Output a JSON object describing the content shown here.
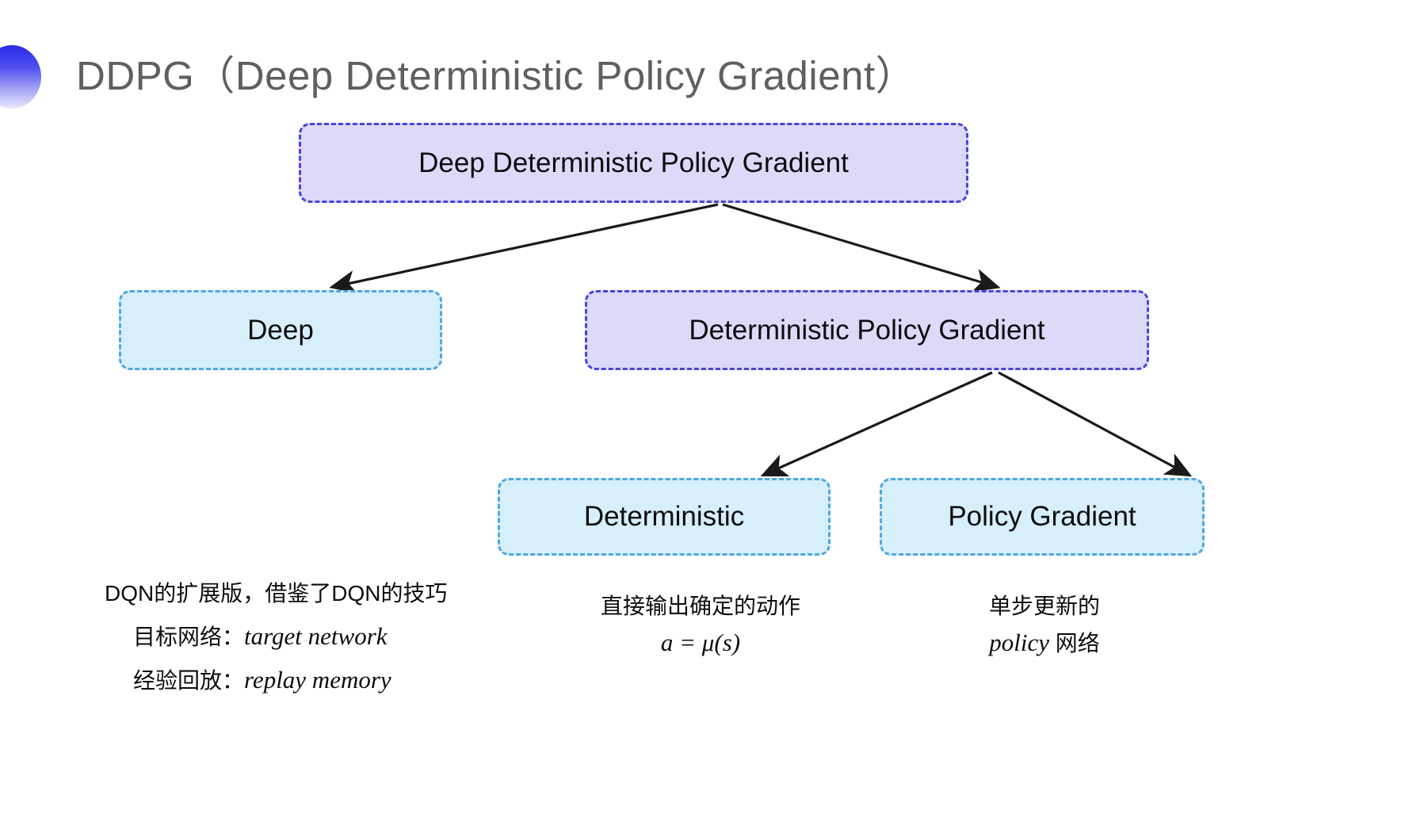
{
  "slide": {
    "background": "#ffffff",
    "title": "DDPG（Deep Deterministic Policy Gradient）",
    "title_color": "#5f5f5f",
    "decor_icon": "half-circle-gradient-bullet-icon"
  },
  "palette": {
    "purple_fill": "#dcdaf8",
    "purple_border": "#4a43d8",
    "blue_fill": "#d7eefb",
    "blue_border": "#4ea8e0",
    "arrow_color": "#1a1a1a",
    "text_color": "#0d0d0d"
  },
  "diagram": {
    "type": "tree",
    "nodes": [
      {
        "id": "root",
        "label": "Deep Deterministic Policy Gradient",
        "style": "purple"
      },
      {
        "id": "deep",
        "label": "Deep",
        "style": "blue"
      },
      {
        "id": "dpg",
        "label": "Deterministic Policy Gradient",
        "style": "purple"
      },
      {
        "id": "det",
        "label": "Deterministic",
        "style": "blue"
      },
      {
        "id": "pg",
        "label": "Policy Gradient",
        "style": "blue"
      }
    ],
    "edges": [
      {
        "from": "root",
        "to": "deep",
        "arrow": "arrow-head-icon"
      },
      {
        "from": "root",
        "to": "dpg",
        "arrow": "arrow-head-icon"
      },
      {
        "from": "dpg",
        "to": "det",
        "arrow": "arrow-head-icon"
      },
      {
        "from": "dpg",
        "to": "pg",
        "arrow": "arrow-head-icon"
      }
    ]
  },
  "annotations": {
    "left": {
      "line1": "DQN的扩展版，借鉴了DQN的技巧",
      "line2_label": "目标网络：",
      "line2_term": "target network",
      "line3_label": "经验回放：",
      "line3_term": "replay memory"
    },
    "center": {
      "line1": "直接输出确定的动作",
      "formula": "a = μ(s)"
    },
    "right": {
      "line1": "单步更新的",
      "line2_term": "policy",
      "line2_suffix": " 网络"
    }
  }
}
